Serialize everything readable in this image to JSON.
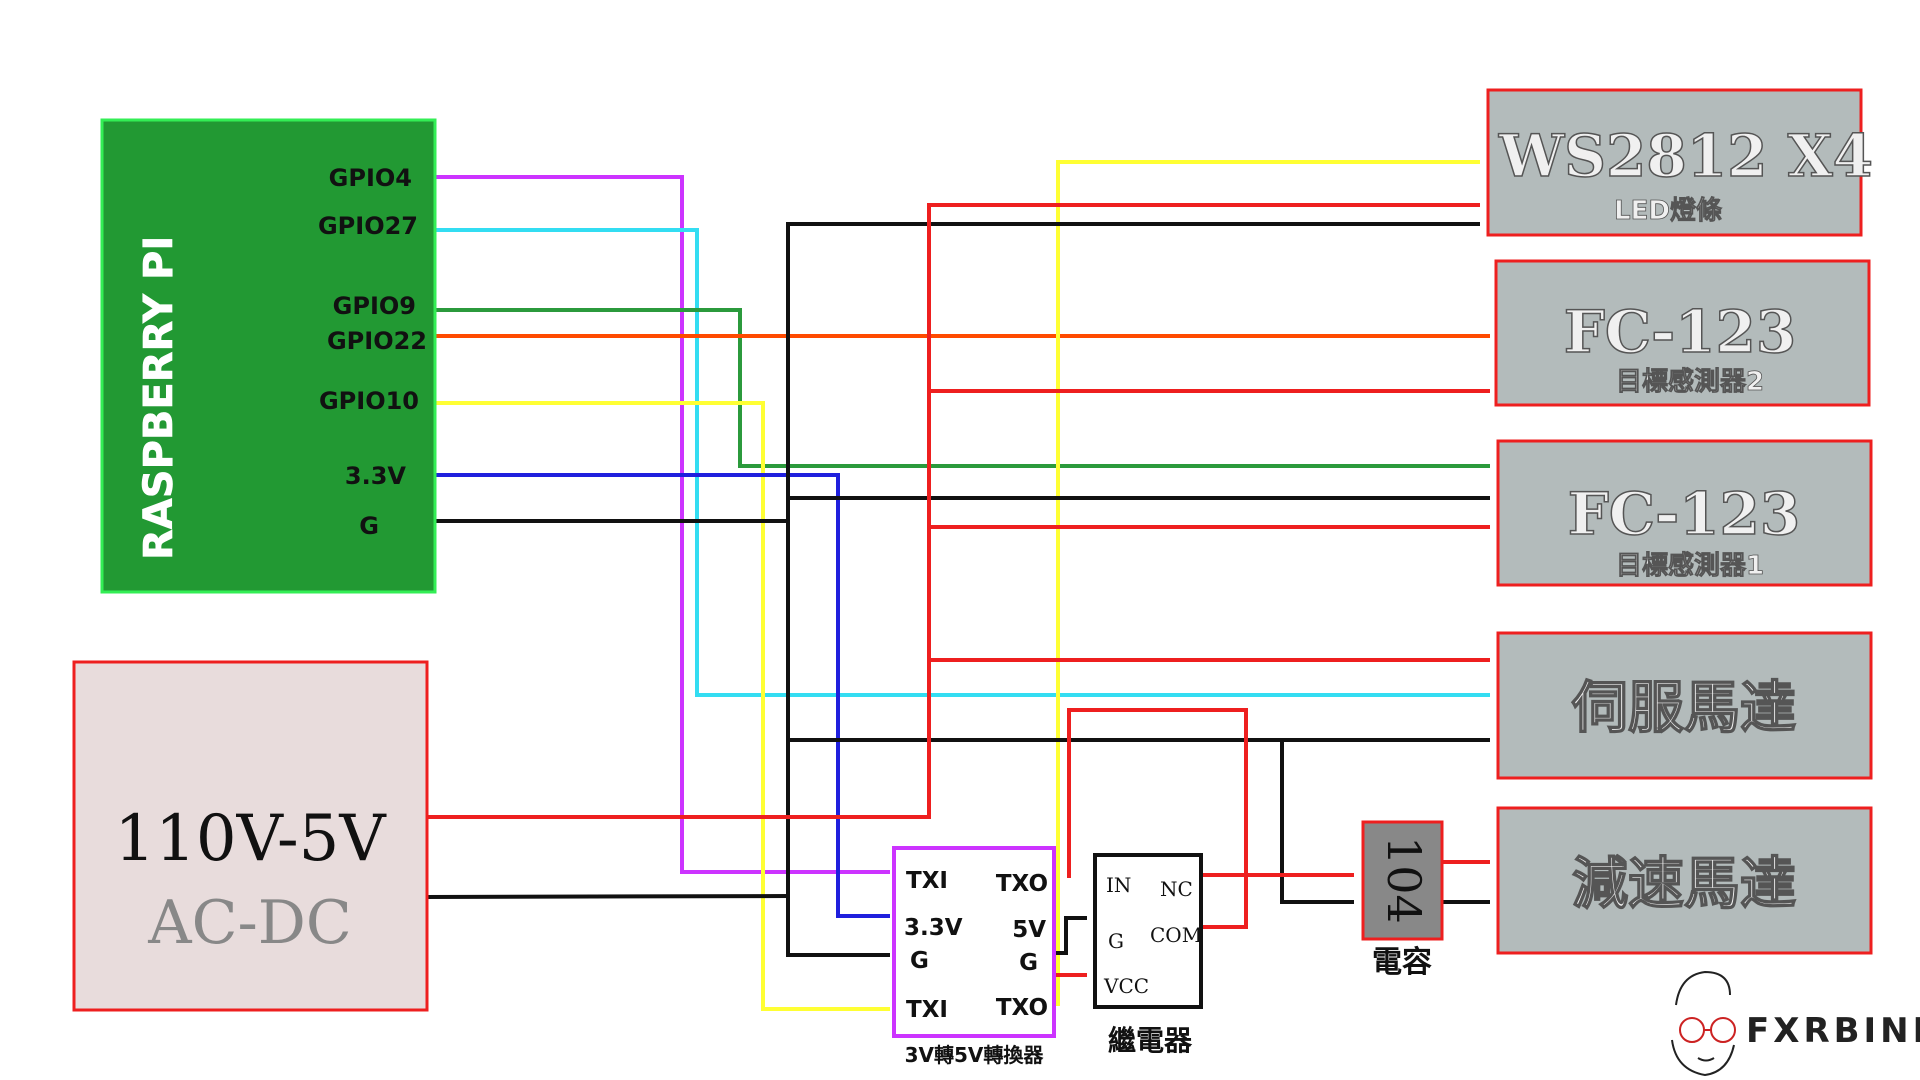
{
  "colors": {
    "purple": "#cc33ff",
    "cyan": "#33ddf2",
    "green": "#2b9a3c",
    "orange": "#ff4a00",
    "yellow": "#ffff33",
    "blue": "#1f1fdd",
    "black": "#111111",
    "red": "#ee1f1f",
    "pi_fill": "#229933",
    "module_fill": "#b3bbbb",
    "psu_fill": "#e8dcdc"
  },
  "raspberry_pi": {
    "title": "RASPBERRY PI",
    "pins": [
      {
        "id": "gpio4",
        "label": "GPIO4"
      },
      {
        "id": "gpio27",
        "label": "GPIO27"
      },
      {
        "id": "gpio9",
        "label": "GPIO9"
      },
      {
        "id": "gpio22",
        "label": "GPIO22"
      },
      {
        "id": "gpio10",
        "label": "GPIO10"
      },
      {
        "id": "v33",
        "label": "3.3V"
      },
      {
        "id": "gnd",
        "label": "G"
      }
    ]
  },
  "power_supply": {
    "line1": "110V-5V",
    "line2": "AC-DC"
  },
  "modules": [
    {
      "id": "ws2812",
      "title": "WS2812  X4",
      "subtitle": "LED燈條"
    },
    {
      "id": "fc123_2",
      "title": "FC-123",
      "subtitle": "目標感測器2"
    },
    {
      "id": "fc123_1",
      "title": "FC-123",
      "subtitle": "目標感測器1"
    },
    {
      "id": "servo",
      "title": "伺服馬達",
      "subtitle": ""
    },
    {
      "id": "gearmotor",
      "title": "減速馬達",
      "subtitle": ""
    }
  ],
  "level_shifter": {
    "name": "3V轉5V轉換器",
    "left": [
      "TXI",
      "3.3V",
      "G",
      "TXI"
    ],
    "right": [
      "TXO",
      "5V",
      "G",
      "TXO"
    ]
  },
  "relay": {
    "name": "繼電器",
    "in": "IN",
    "nc": "NC",
    "g": "G",
    "com": "COM",
    "vcc": "VCC"
  },
  "capacitor": {
    "value": "104",
    "name": "電容"
  },
  "signature": {
    "text": "FXRBINDI"
  }
}
